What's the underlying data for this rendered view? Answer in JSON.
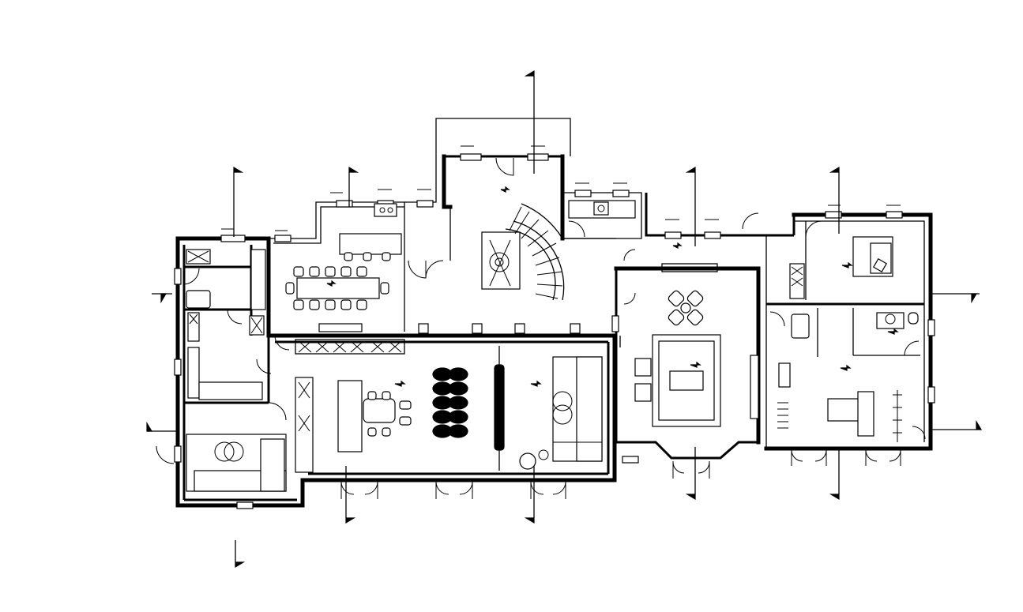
{
  "drawing": {
    "type": "architectural floor plan",
    "line_color": "#000000",
    "background_color": "#ffffff"
  },
  "icons": {
    "section_marker": "section-cut-arrow",
    "stair": "spiral-staircase",
    "flow_arrow": "direction-arrow"
  }
}
